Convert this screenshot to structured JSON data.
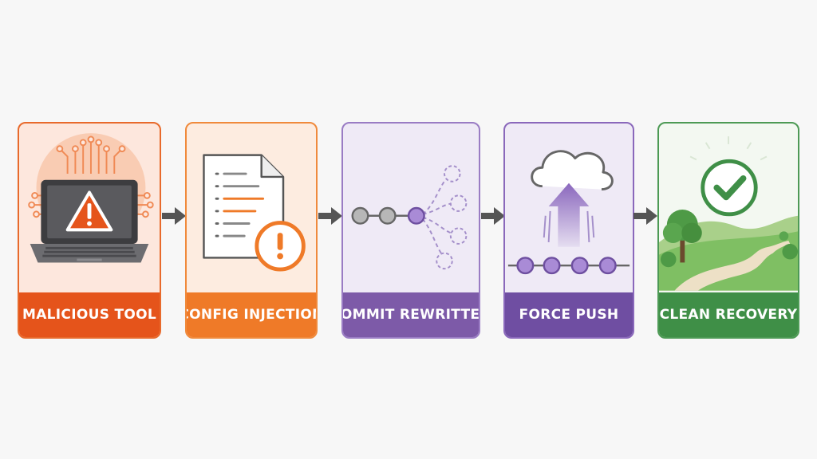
{
  "steps": [
    {
      "label": "MALICIOUS TOOL",
      "accent": "#e5541b",
      "icon": "warning-laptop-icon"
    },
    {
      "label": "CONFIG INJECTION",
      "accent": "#ef7a28",
      "icon": "alert-document-icon"
    },
    {
      "label": "COMMIT REWRITTEN",
      "accent": "#7d5aa8",
      "icon": "branching-commits-icon"
    },
    {
      "label": "FORCE PUSH",
      "accent": "#6f4ea2",
      "icon": "cloud-upload-icon"
    },
    {
      "label": "CLEAN RECOVERY",
      "accent": "#3f8f47",
      "icon": "check-landscape-icon"
    }
  ],
  "connector_color": "#555555"
}
